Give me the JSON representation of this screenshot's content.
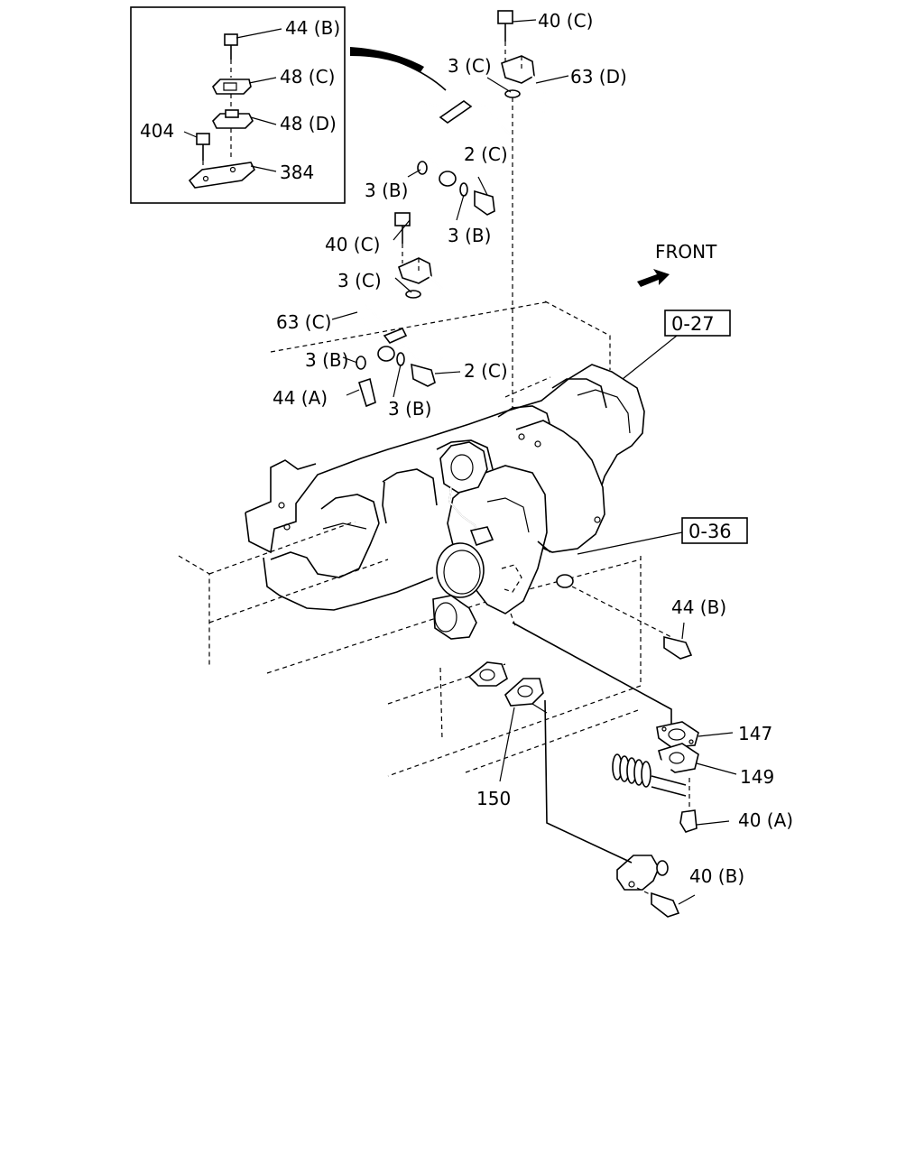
{
  "front_label": "FRONT",
  "ref_boxes": {
    "r027": "0-27",
    "r036": "0-36"
  },
  "inset": {
    "l44b": "44 (B)",
    "l48c": "48 (C)",
    "l48d": "48 (D)",
    "l404": "404",
    "l384": "384"
  },
  "upper_pipe": {
    "l40c": "40 (C)",
    "l3c": "3 (C)",
    "l63d": "63 (D)",
    "l2c": "2 (C)",
    "l3b_a": "3 (B)",
    "l3b_b": "3 (B)"
  },
  "lower_pipe": {
    "l40c": "40 (C)",
    "l3c": "3 (C)",
    "l63c": "63 (C)",
    "l3b_a": "3 (B)",
    "l2c": "2 (C)",
    "l44a": "44 (A)",
    "l3b_b": "3 (B)"
  },
  "turbo": {
    "l44b": "44 (B)",
    "l147": "147",
    "l149": "149",
    "l150": "150",
    "l40a": "40 (A)",
    "l40b": "40 (B)"
  }
}
